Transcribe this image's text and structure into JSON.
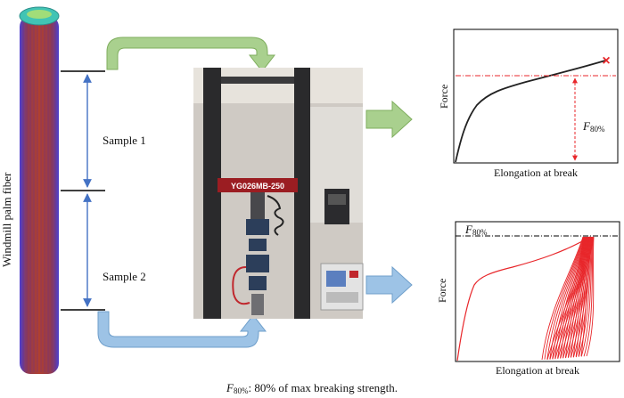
{
  "fiber": {
    "label": "Windmill palm fiber"
  },
  "samples": {
    "sample1": "Sample 1",
    "sample2": "Sample 2"
  },
  "machine": {
    "model": "YG026MB-250"
  },
  "top_chart": {
    "ylabel": "Force",
    "xlabel": "Elongation at break",
    "threshold_label_main": "F",
    "threshold_label_sub": "80%",
    "break_marker": "×"
  },
  "bottom_chart": {
    "ylabel": "Force",
    "xlabel": "Elongation at break",
    "threshold_label_main": "F",
    "threshold_label_sub": "80%"
  },
  "caption": {
    "symbol_main": "F",
    "symbol_sub": "80%",
    "text": ": 80% of max breaking strength."
  },
  "colors": {
    "green_arrow": "#a9d08e",
    "blue_arrow": "#9dc3e6",
    "curve_red": "#e8262a",
    "dim_blue": "#4472c4",
    "fiber_body": "#a0352e",
    "fiber_edge": "#5a4fd0",
    "fiber_top": "#41c4b4"
  }
}
